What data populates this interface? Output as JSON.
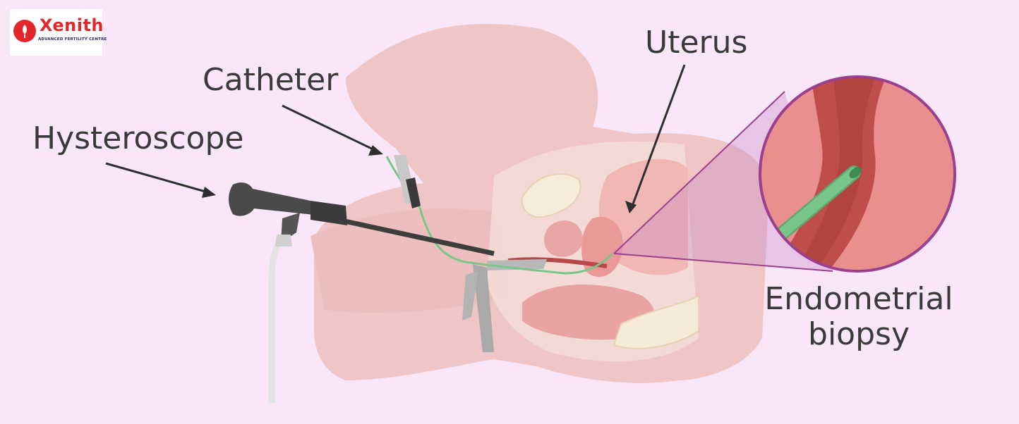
{
  "logo": {
    "name": "Xenith",
    "tagline": "ADVANCED FERTILITY CENTRE"
  },
  "labels": {
    "hysteroscope": "Hysteroscope",
    "catheter": "Catheter",
    "uterus": "Uterus",
    "endometrial_line1": "Endometrial",
    "endometrial_line2": "biopsy"
  },
  "colors": {
    "background": "#f9e6f8",
    "brand_red": "#e3262c",
    "brand_navy": "#1f2c63",
    "label_text": "#3a3a3a",
    "catheter_green": "#79c58a",
    "magnifier_ring": "#9b3f8f",
    "uterine_wall": "#c05555"
  }
}
